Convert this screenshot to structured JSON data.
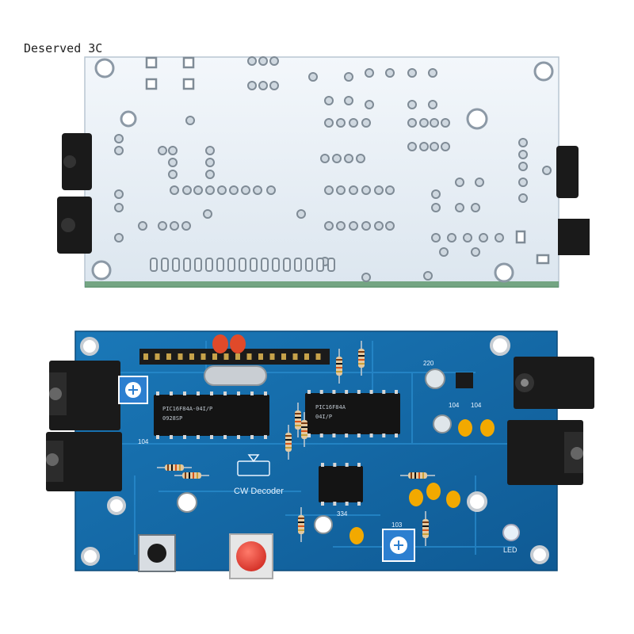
{
  "watermark": "Deserved 3C",
  "silkscreen": {
    "title": "CW Decoder",
    "led": "LED",
    "cap_220": "220",
    "cap_104a": "104",
    "cap_104b": "104",
    "cap_334": "334",
    "pot_103": "103",
    "left_104": "104"
  },
  "colors": {
    "pcb_white": "#e9f0f6",
    "pcb_blue": "#1469a8",
    "jack_black": "#1a1a1a",
    "button_red": "#e8413a",
    "cap_yellow": "#f2a900"
  }
}
